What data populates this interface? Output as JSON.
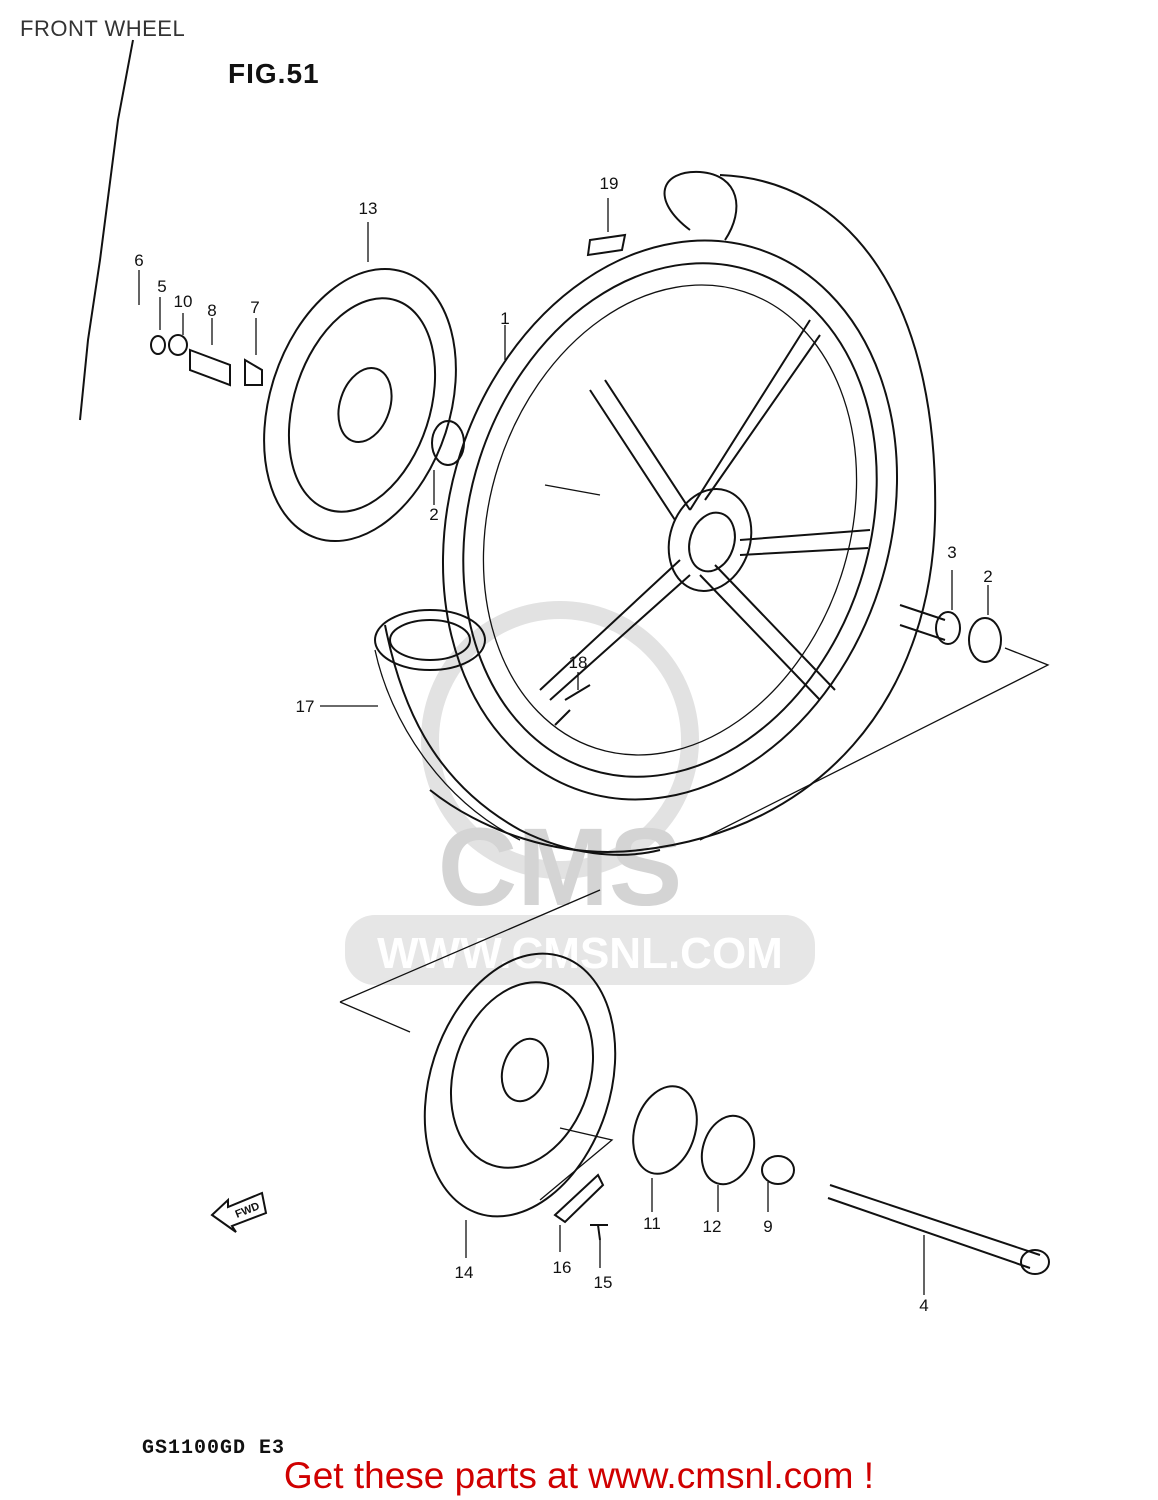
{
  "header": {
    "title": "FRONT WHEEL"
  },
  "figure": {
    "label": "FIG.51"
  },
  "watermark": {
    "brand": "CMS",
    "url": "WWW.CMSNL.COM"
  },
  "arrow": {
    "label": "FWD"
  },
  "callouts": [
    {
      "id": "1",
      "label": "1"
    },
    {
      "id": "2a",
      "label": "2"
    },
    {
      "id": "2b",
      "label": "2"
    },
    {
      "id": "3",
      "label": "3"
    },
    {
      "id": "4",
      "label": "4"
    },
    {
      "id": "5",
      "label": "5"
    },
    {
      "id": "6",
      "label": "6"
    },
    {
      "id": "7",
      "label": "7"
    },
    {
      "id": "8",
      "label": "8"
    },
    {
      "id": "9",
      "label": "9"
    },
    {
      "id": "10",
      "label": "10"
    },
    {
      "id": "11",
      "label": "11"
    },
    {
      "id": "12",
      "label": "12"
    },
    {
      "id": "13",
      "label": "13"
    },
    {
      "id": "14",
      "label": "14"
    },
    {
      "id": "15",
      "label": "15"
    },
    {
      "id": "16",
      "label": "16"
    },
    {
      "id": "17",
      "label": "17"
    },
    {
      "id": "18",
      "label": "18"
    },
    {
      "id": "19",
      "label": "19"
    }
  ],
  "footer": {
    "model": "GS1100GD  E3",
    "link_text": "Get these parts at www.cmsnl.com !"
  },
  "colors": {
    "link": "#d00000",
    "line": "#111111",
    "watermark": "#d4d4d4"
  }
}
